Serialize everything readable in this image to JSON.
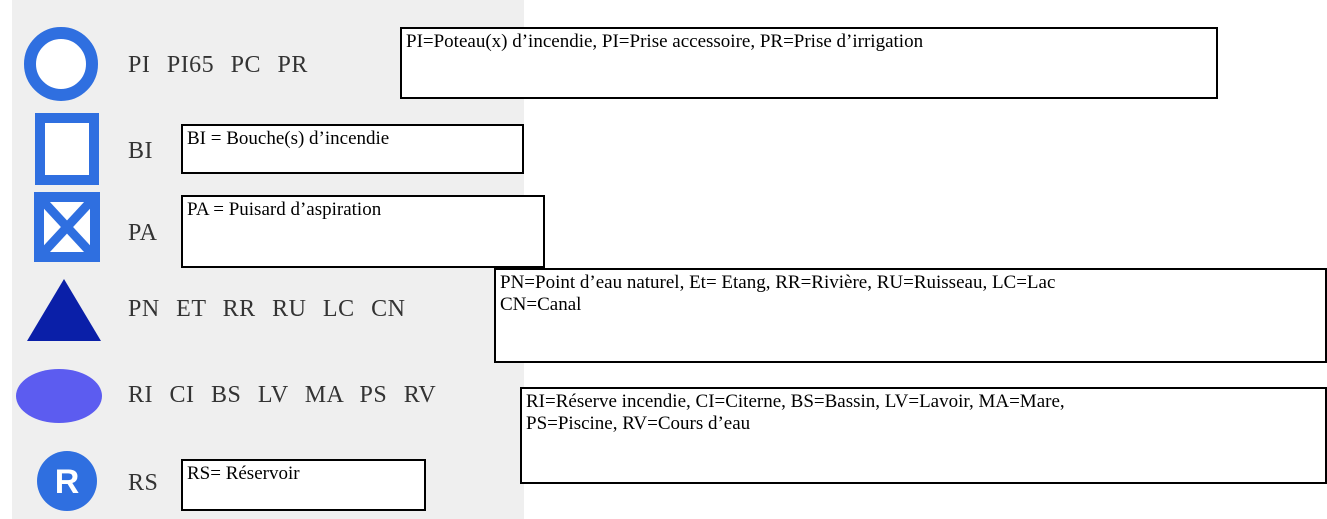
{
  "colors": {
    "symbol_blue": "#2f6fe0",
    "triangle_navy": "#0a1fa8",
    "ellipse_blue": "#5c5cf0",
    "panel_gray": "#efefef"
  },
  "rows": [
    {
      "symbol": "circle-outline-icon",
      "codes": "PI PI65 PC PR",
      "description": "PI=Poteau(x) d’incendie, PI=Prise accessoire, PR=Prise d’irrigation"
    },
    {
      "symbol": "square-outline-icon",
      "codes": "BI",
      "description": "BI = Bouche(s) d’incendie"
    },
    {
      "symbol": "crossed-box-icon",
      "codes": "PA",
      "description": "PA = Puisard d’aspiration"
    },
    {
      "symbol": "triangle-icon",
      "codes": "PN ET RR RU LC CN",
      "description": "PN=Point d’eau naturel, Et= Etang, RR=Rivière, RU=Ruisseau, LC=Lac\nCN=Canal"
    },
    {
      "symbol": "ellipse-icon",
      "codes": "RI CI BS LV MA PS RV",
      "description": "RI=Réserve incendie, CI=Citerne, BS=Bassin, LV=Lavoir, MA=Mare,\nPS=Piscine, RV=Cours d’eau"
    },
    {
      "symbol": "r-circle-icon",
      "symbol_letter": "R",
      "codes": "RS",
      "description": "RS= Réservoir"
    }
  ]
}
